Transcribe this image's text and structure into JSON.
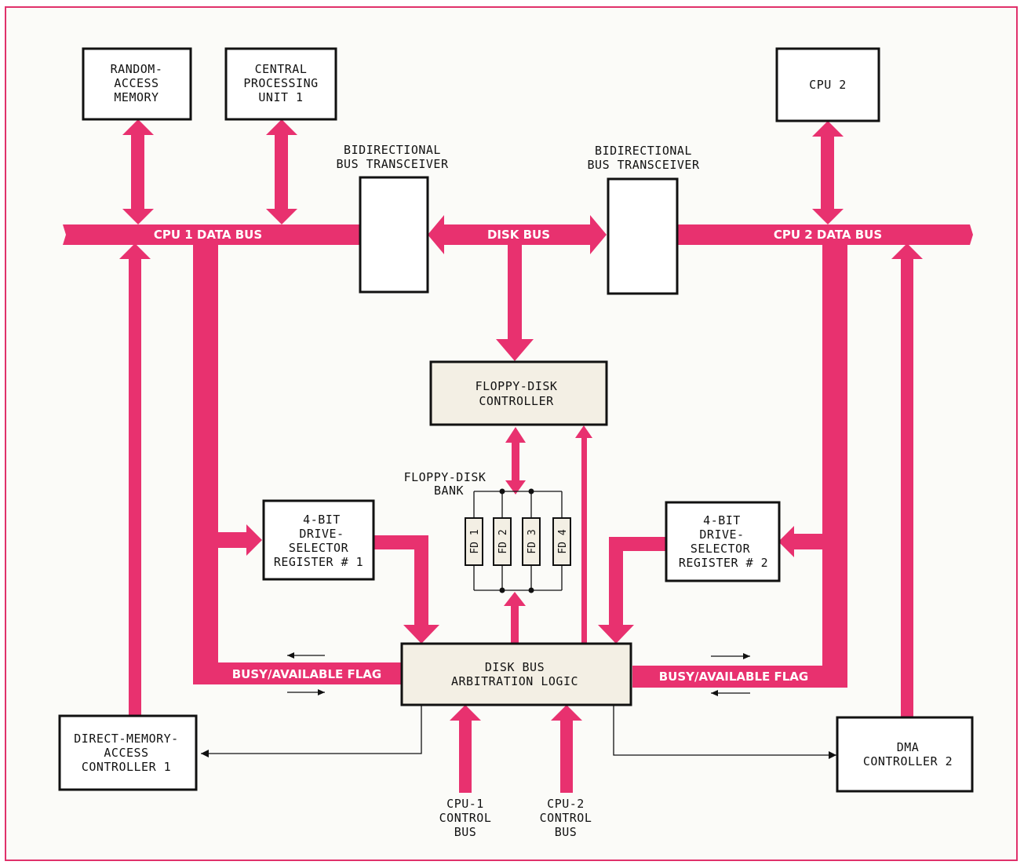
{
  "colors": {
    "bus": "#e8316f",
    "border": "#e0316b",
    "box_fill": "#ffffff",
    "logic_fill": "#f3efe4"
  },
  "blocks": {
    "ram": [
      "RANDOM-",
      "ACCESS",
      "MEMORY"
    ],
    "cpu1": [
      "CENTRAL",
      "PROCESSING",
      "UNIT 1"
    ],
    "cpu2": [
      "CPU 2"
    ],
    "transceiver_left": [
      "BIDIRECTIONAL",
      "BUS TRANSCEIVER"
    ],
    "transceiver_right": [
      "BIDIRECTIONAL",
      "BUS TRANSCEIVER"
    ],
    "fdc": [
      "FLOPPY-DISK",
      "CONTROLLER"
    ],
    "fd_bank": [
      "FLOPPY-DISK",
      "BANK"
    ],
    "drives": [
      "FD 1",
      "FD 2",
      "FD 3",
      "FD 4"
    ],
    "selector1": [
      "4-BIT",
      "DRIVE-",
      "SELECTOR",
      "REGISTER # 1"
    ],
    "selector2": [
      "4-BIT",
      "DRIVE-",
      "SELECTOR",
      "REGISTER # 2"
    ],
    "arbitration": [
      "DISK BUS",
      "ARBITRATION LOGIC"
    ],
    "dma1": [
      "DIRECT-MEMORY-",
      "ACCESS",
      "CONTROLLER 1"
    ],
    "dma2": [
      "DMA",
      "CONTROLLER 2"
    ],
    "cpu1_control": [
      "CPU-1",
      "CONTROL",
      "BUS"
    ],
    "cpu2_control": [
      "CPU-2",
      "CONTROL",
      "BUS"
    ]
  },
  "buses": {
    "cpu1_data": "CPU 1 DATA BUS",
    "disk": "DISK BUS",
    "cpu2_data": "CPU 2 DATA BUS",
    "flag_left": "BUSY/AVAILABLE FLAG",
    "flag_right": "BUSY/AVAILABLE FLAG"
  }
}
